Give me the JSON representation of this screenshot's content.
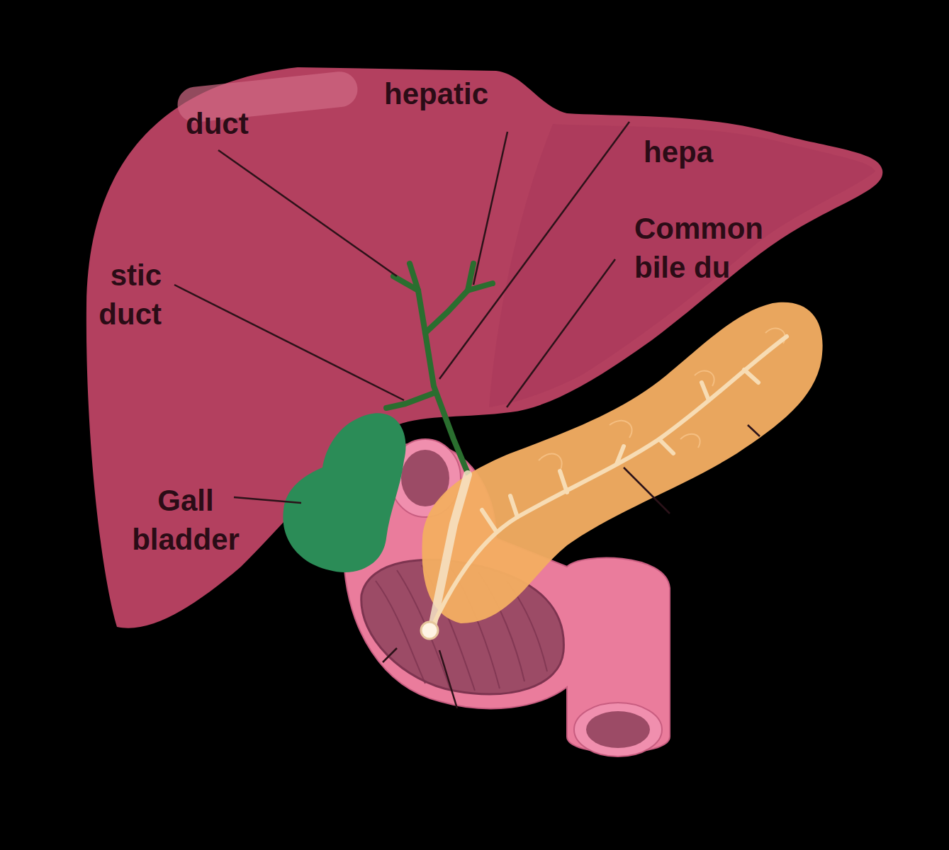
{
  "diagram": {
    "labels": [
      "duct",
      "hepatic",
      "hepa",
      "stic duct",
      "Common bile du",
      "Gall bladder"
    ]
  }
}
